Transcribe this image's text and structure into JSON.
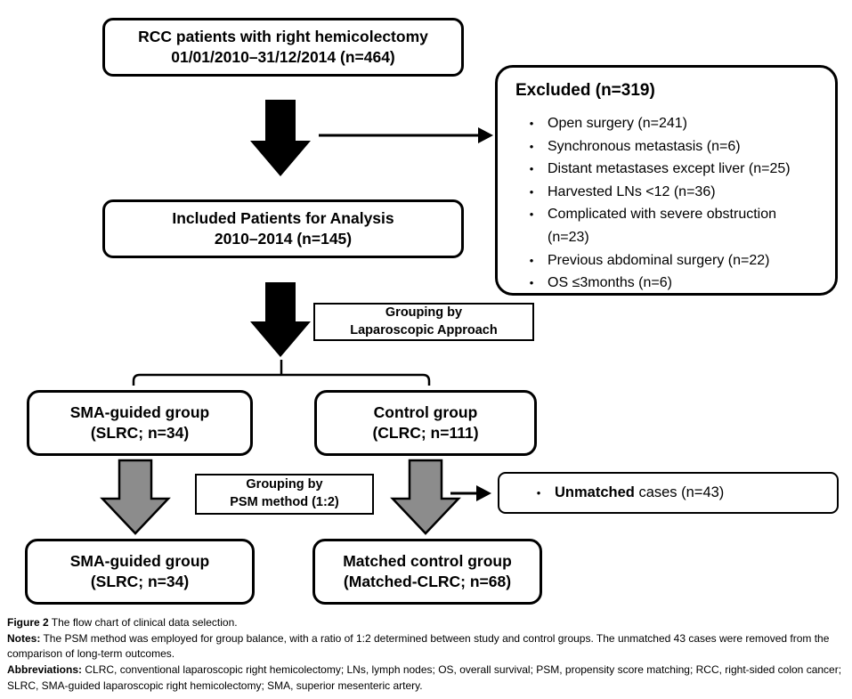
{
  "flowchart": {
    "top_box": {
      "line1": "RCC patients with right hemicolectomy",
      "line2": "01/01/2010–31/12/2014 (n=464)"
    },
    "excluded_box": {
      "title": "Excluded (n=319)",
      "items": [
        "Open surgery (n=241)",
        "Synchronous metastasis (n=6)",
        "Distant metastases except liver (n=25)",
        "Harvested LNs <12 (n=36)",
        "Complicated with severe obstruction (n=23)",
        "Previous abdominal surgery (n=22)",
        "OS ≤3months (n=6)"
      ]
    },
    "included_box": {
      "line1": "Included Patients for Analysis",
      "line2": "2010–2014 (n=145)"
    },
    "grouping_lap_box": {
      "line1": "Grouping by",
      "line2": "Laparoscopic Approach"
    },
    "sma_box": {
      "line1": "SMA-guided group",
      "line2": "(SLRC; n=34)"
    },
    "control_box": {
      "line1": "Control group",
      "line2": "(CLRC; n=111)"
    },
    "grouping_psm_box": {
      "line1": "Grouping by",
      "line2": "PSM method (1:2)"
    },
    "unmatched_box": {
      "bullet": "•",
      "bold": "Unmatched",
      "rest": " cases (n=43)"
    },
    "sma_final_box": {
      "line1": "SMA-guided group",
      "line2": "(SLRC; n=34)"
    },
    "matched_box": {
      "line1": "Matched control group",
      "line2": "(Matched-CLRC; n=68)"
    },
    "bullet_glyph": "•"
  },
  "caption": {
    "figure_label": "Figure 2",
    "figure_text": " The flow chart of clinical data selection.",
    "notes_label": "Notes:",
    "notes_text": " The PSM method was employed for group balance, with a ratio of 1:2 determined between study and control groups. The unmatched 43 cases were removed from the comparison of long-term outcomes.",
    "abbreviations_label": "Abbreviations:",
    "abbreviations_text": " CLRC, conventional laparoscopic right hemicolectomy; LNs, lymph nodes; OS, overall survival; PSM, propensity score matching; RCC, right-sided colon cancer; SLRC, SMA-guided laparoscopic right hemicolectomy; SMA, superior mesenteric artery."
  },
  "colors": {
    "box_border": "#000000",
    "arrow_black": "#000000",
    "arrow_gray_fill": "#8c8c8c",
    "background": "#ffffff"
  }
}
